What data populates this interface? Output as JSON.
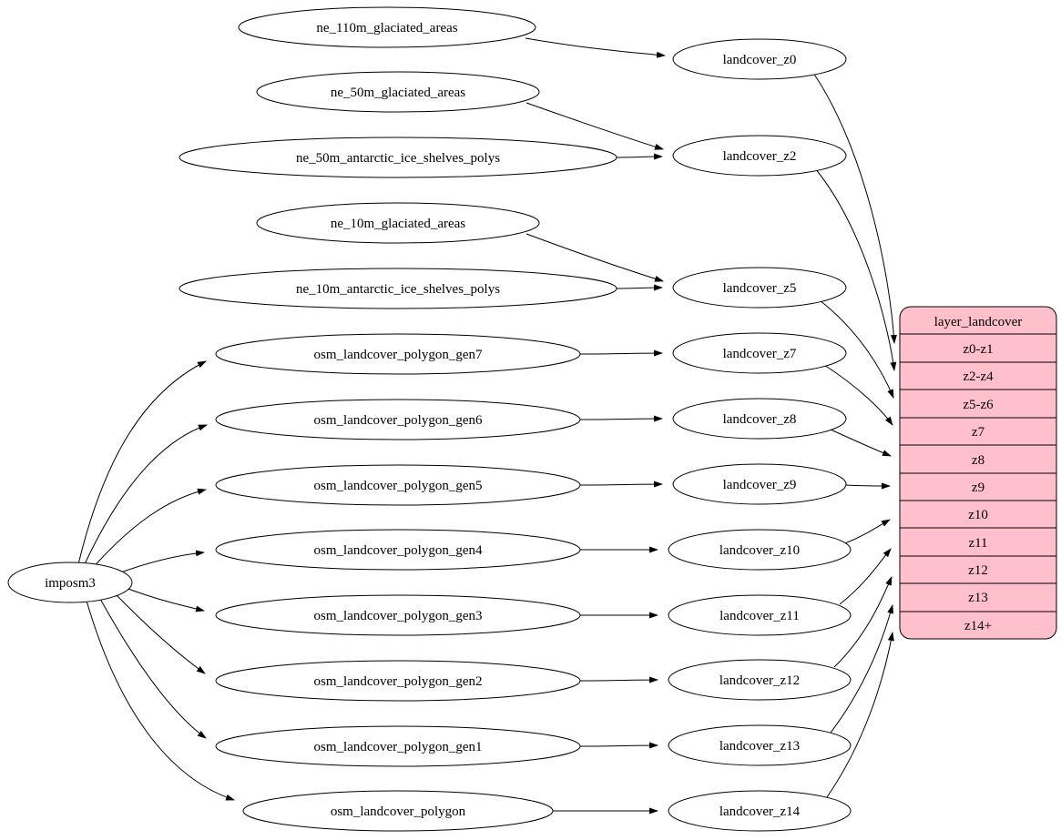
{
  "diagram": {
    "type": "graphviz-dataflow",
    "background_color": "#ffffff",
    "node_fill": "#ffffff",
    "node_stroke": "#000000",
    "record_fill": "#ffc0cb"
  },
  "nodes": {
    "imposm3": "imposm3",
    "ne_110m_glaciated_areas": "ne_110m_glaciated_areas",
    "ne_50m_glaciated_areas": "ne_50m_glaciated_areas",
    "ne_50m_antarctic_ice_shelves_polys": "ne_50m_antarctic_ice_shelves_polys",
    "ne_10m_glaciated_areas": "ne_10m_glaciated_areas",
    "ne_10m_antarctic_ice_shelves_polys": "ne_10m_antarctic_ice_shelves_polys",
    "osm_landcover_polygon_gen7": "osm_landcover_polygon_gen7",
    "osm_landcover_polygon_gen6": "osm_landcover_polygon_gen6",
    "osm_landcover_polygon_gen5": "osm_landcover_polygon_gen5",
    "osm_landcover_polygon_gen4": "osm_landcover_polygon_gen4",
    "osm_landcover_polygon_gen3": "osm_landcover_polygon_gen3",
    "osm_landcover_polygon_gen2": "osm_landcover_polygon_gen2",
    "osm_landcover_polygon_gen1": "osm_landcover_polygon_gen1",
    "osm_landcover_polygon": "osm_landcover_polygon",
    "landcover_z0": "landcover_z0",
    "landcover_z2": "landcover_z2",
    "landcover_z5": "landcover_z5",
    "landcover_z7": "landcover_z7",
    "landcover_z8": "landcover_z8",
    "landcover_z9": "landcover_z9",
    "landcover_z10": "landcover_z10",
    "landcover_z11": "landcover_z11",
    "landcover_z12": "landcover_z12",
    "landcover_z13": "landcover_z13",
    "landcover_z14": "landcover_z14"
  },
  "record": {
    "title": "layer_landcover",
    "rows": [
      "z0-z1",
      "z2-z4",
      "z5-z6",
      "z7",
      "z8",
      "z9",
      "z10",
      "z11",
      "z12",
      "z13",
      "z14+"
    ]
  },
  "edges": [
    [
      "ne_110m_glaciated_areas",
      "landcover_z0"
    ],
    [
      "ne_50m_glaciated_areas",
      "landcover_z2"
    ],
    [
      "ne_50m_antarctic_ice_shelves_polys",
      "landcover_z2"
    ],
    [
      "ne_10m_glaciated_areas",
      "landcover_z5"
    ],
    [
      "ne_10m_antarctic_ice_shelves_polys",
      "landcover_z5"
    ],
    [
      "imposm3",
      "osm_landcover_polygon_gen7"
    ],
    [
      "imposm3",
      "osm_landcover_polygon_gen6"
    ],
    [
      "imposm3",
      "osm_landcover_polygon_gen5"
    ],
    [
      "imposm3",
      "osm_landcover_polygon_gen4"
    ],
    [
      "imposm3",
      "osm_landcover_polygon_gen3"
    ],
    [
      "imposm3",
      "osm_landcover_polygon_gen2"
    ],
    [
      "imposm3",
      "osm_landcover_polygon_gen1"
    ],
    [
      "imposm3",
      "osm_landcover_polygon"
    ],
    [
      "osm_landcover_polygon_gen7",
      "landcover_z7"
    ],
    [
      "osm_landcover_polygon_gen6",
      "landcover_z8"
    ],
    [
      "osm_landcover_polygon_gen5",
      "landcover_z9"
    ],
    [
      "osm_landcover_polygon_gen4",
      "landcover_z10"
    ],
    [
      "osm_landcover_polygon_gen3",
      "landcover_z11"
    ],
    [
      "osm_landcover_polygon_gen2",
      "landcover_z12"
    ],
    [
      "osm_landcover_polygon_gen1",
      "landcover_z13"
    ],
    [
      "osm_landcover_polygon",
      "landcover_z14"
    ],
    [
      "landcover_z0",
      "z0-z1"
    ],
    [
      "landcover_z2",
      "z2-z4"
    ],
    [
      "landcover_z5",
      "z5-z6"
    ],
    [
      "landcover_z7",
      "z7"
    ],
    [
      "landcover_z8",
      "z8"
    ],
    [
      "landcover_z9",
      "z9"
    ],
    [
      "landcover_z10",
      "z10"
    ],
    [
      "landcover_z11",
      "z11"
    ],
    [
      "landcover_z12",
      "z12"
    ],
    [
      "landcover_z13",
      "z13"
    ],
    [
      "landcover_z14",
      "z14+"
    ]
  ]
}
